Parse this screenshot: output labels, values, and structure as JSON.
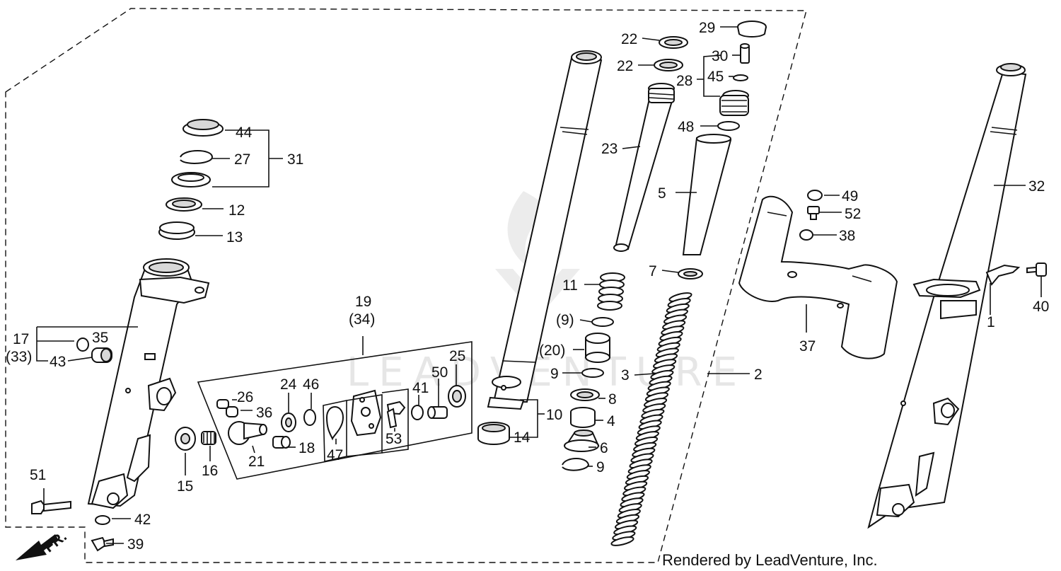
{
  "diagram": {
    "credit": "Rendered by LeadVenture, Inc.",
    "watermark": "LEADVENTURE",
    "direction_label": "FR.",
    "callouts": {
      "c1": "1",
      "c2": "2",
      "c3": "3",
      "c4": "4",
      "c5": "5",
      "c6": "6",
      "c7": "7",
      "c8": "8",
      "c9a": "(9)",
      "c9b": "9",
      "c9c": "9",
      "c10": "10",
      "c11": "11",
      "c12": "12",
      "c13": "13",
      "c14": "14",
      "c15": "15",
      "c16": "16",
      "c17": "17",
      "c17b": "(33)",
      "c18": "18",
      "c19": "19",
      "c19b": "(34)",
      "c20": "(20)",
      "c21": "21",
      "c22a": "22",
      "c22b": "22",
      "c23": "23",
      "c24": "24",
      "c25": "25",
      "c26": "26",
      "c27": "27",
      "c28": "28",
      "c29": "29",
      "c30": "30",
      "c31": "31",
      "c32": "32",
      "c35": "35",
      "c36": "36",
      "c37": "37",
      "c38": "38",
      "c39": "39",
      "c40": "40",
      "c41": "41",
      "c42": "42",
      "c43": "43",
      "c44": "44",
      "c45": "45",
      "c46": "46",
      "c47": "47",
      "c48": "48",
      "c49": "49",
      "c50": "50",
      "c51": "51",
      "c52": "52",
      "c53": "53"
    }
  }
}
